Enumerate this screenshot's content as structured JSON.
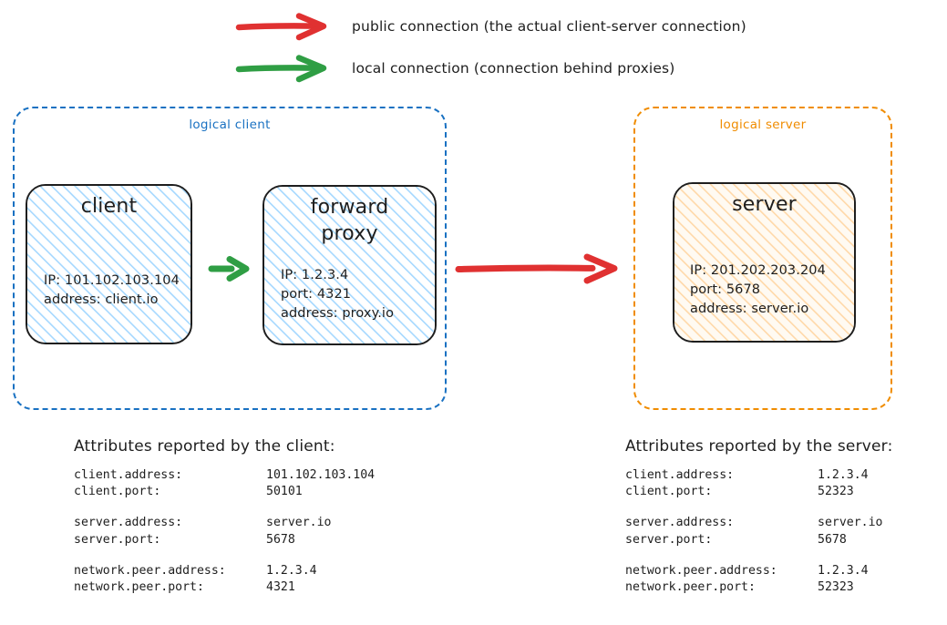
{
  "legend": {
    "items": [
      {
        "arrow": "red-arrow-icon",
        "color": "#e03131",
        "label": "public connection (the actual client-server connection)"
      },
      {
        "arrow": "green-arrow-icon",
        "color": "#2f9e44",
        "label": "local connection (connection behind proxies)"
      }
    ]
  },
  "groups": {
    "client": {
      "label": "logical client",
      "color": "#1971c2"
    },
    "server": {
      "label": "logical server",
      "color": "#f08c00"
    }
  },
  "nodes": {
    "client": {
      "title": "client",
      "props": [
        "IP: 101.102.103.104",
        "address: client.io"
      ],
      "fill": "#d0ebff"
    },
    "proxy": {
      "title_line1": "forward",
      "title_line2": "proxy",
      "props": [
        "IP: 1.2.3.4",
        "port: 4321",
        "address: proxy.io"
      ],
      "fill": "#d0ebff"
    },
    "server": {
      "title": "server",
      "props": [
        "IP: 201.202.203.204",
        "port: 5678",
        "address: server.io"
      ],
      "fill": "#ffe8cc"
    }
  },
  "arrows": {
    "client_to_proxy": {
      "color": "#2f9e44",
      "kind": "local"
    },
    "proxy_to_server": {
      "color": "#e03131",
      "kind": "public"
    }
  },
  "attributes": {
    "client_panel": {
      "heading": "Attributes reported by the client:",
      "rows": [
        {
          "key": "client.address:",
          "value": "101.102.103.104"
        },
        {
          "key": "client.port:",
          "value": "50101"
        },
        {
          "key": "",
          "value": "",
          "spacer": true
        },
        {
          "key": "server.address:",
          "value": "server.io"
        },
        {
          "key": "server.port:",
          "value": "5678"
        },
        {
          "key": "",
          "value": "",
          "spacer": true
        },
        {
          "key": "network.peer.address:",
          "value": "1.2.3.4"
        },
        {
          "key": "network.peer.port:",
          "value": "4321"
        }
      ]
    },
    "server_panel": {
      "heading": "Attributes reported by the server:",
      "rows": [
        {
          "key": "client.address:",
          "value": "1.2.3.4"
        },
        {
          "key": "client.port:",
          "value": "52323"
        },
        {
          "key": "",
          "value": "",
          "spacer": true
        },
        {
          "key": "server.address:",
          "value": "server.io"
        },
        {
          "key": "server.port:",
          "value": "5678"
        },
        {
          "key": "",
          "value": "",
          "spacer": true
        },
        {
          "key": "network.peer.address:",
          "value": "1.2.3.4"
        },
        {
          "key": "network.peer.port:",
          "value": "52323"
        }
      ]
    }
  }
}
